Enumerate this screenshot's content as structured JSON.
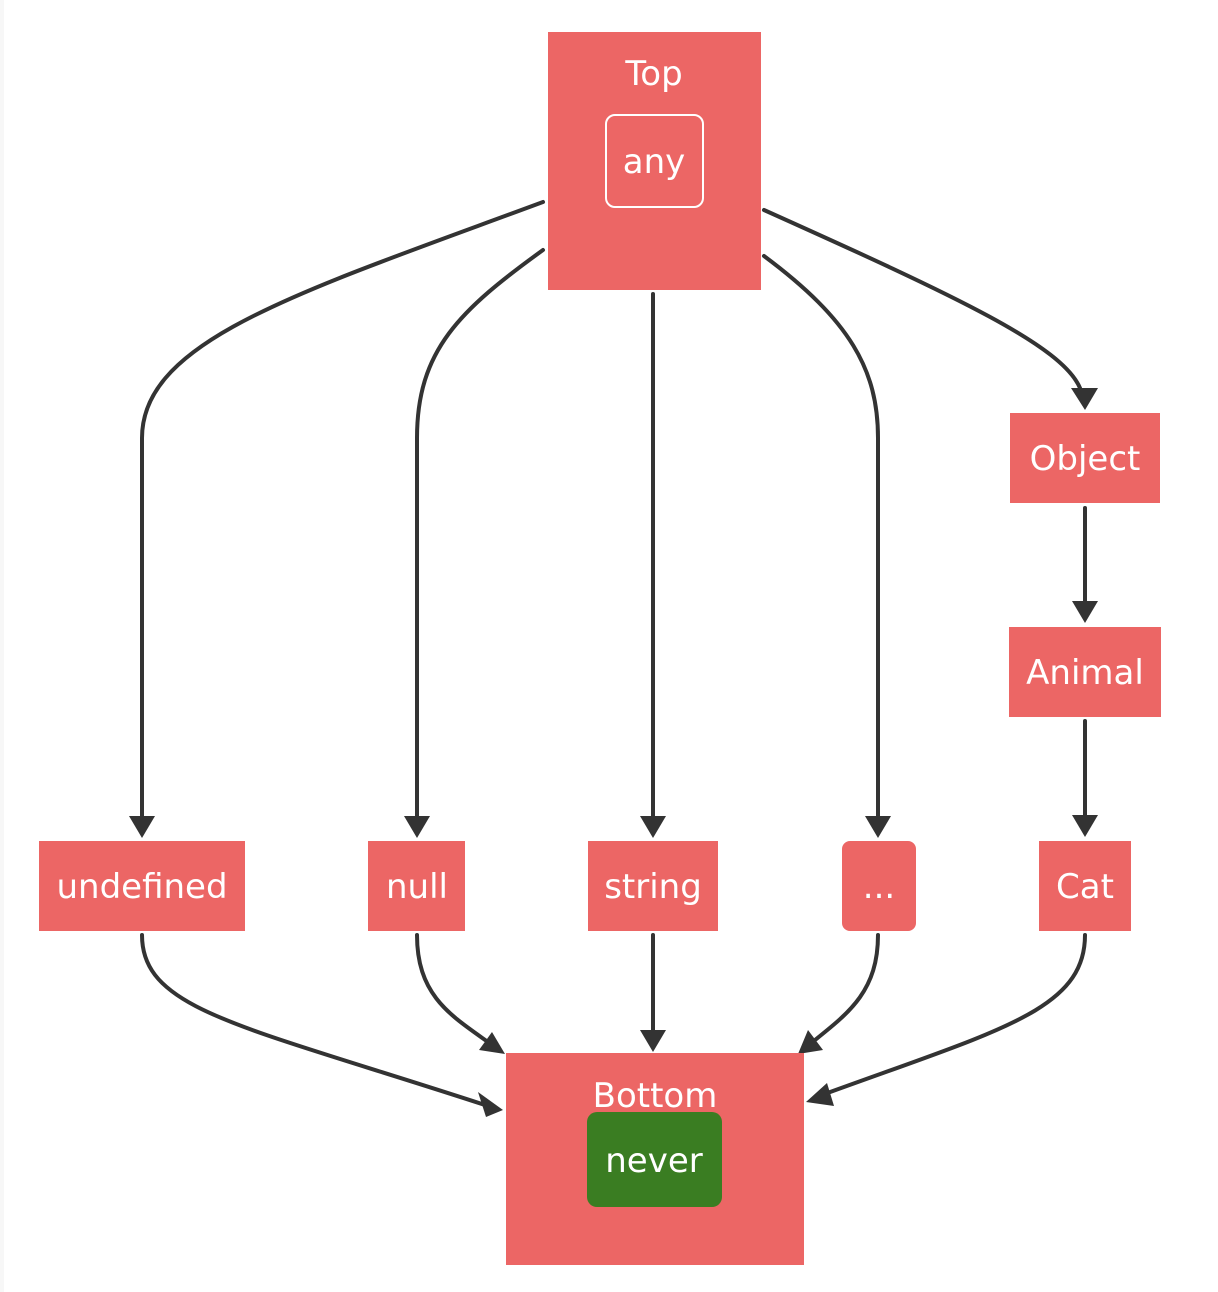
{
  "colors": {
    "node_fill": "#ec6665",
    "never_fill": "#3a7d22",
    "text": "#ffffff",
    "edge": "#333333",
    "background": "#ffffff"
  },
  "groups": {
    "top": {
      "title": "Top",
      "member": "any"
    },
    "bottom": {
      "title": "Bottom",
      "member": "never"
    }
  },
  "nodes": {
    "undefined": "undefined",
    "null": "null",
    "string": "string",
    "ellipsis": "...",
    "object": "Object",
    "animal": "Animal",
    "cat": "Cat"
  },
  "edges": [
    {
      "from": "any",
      "to": "undefined"
    },
    {
      "from": "any",
      "to": "null"
    },
    {
      "from": "any",
      "to": "string"
    },
    {
      "from": "any",
      "to": "..."
    },
    {
      "from": "any",
      "to": "Object"
    },
    {
      "from": "Object",
      "to": "Animal"
    },
    {
      "from": "Animal",
      "to": "Cat"
    },
    {
      "from": "undefined",
      "to": "never"
    },
    {
      "from": "null",
      "to": "never"
    },
    {
      "from": "string",
      "to": "never"
    },
    {
      "from": "...",
      "to": "never"
    },
    {
      "from": "Cat",
      "to": "never"
    }
  ]
}
